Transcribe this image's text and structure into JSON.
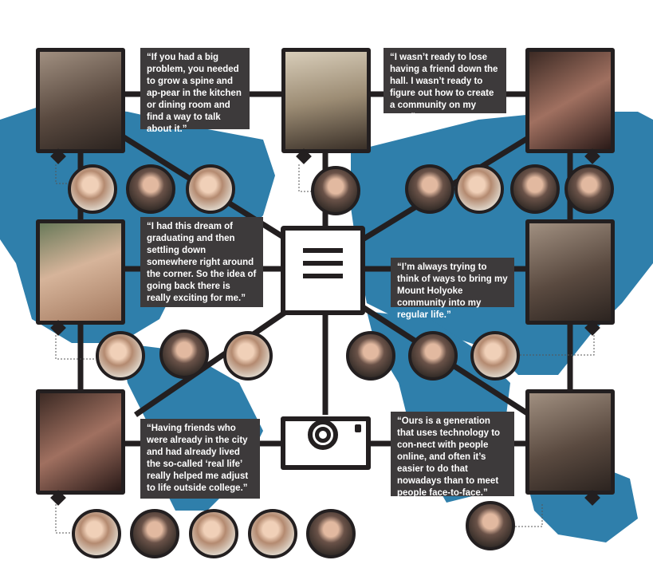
{
  "quotes": [
    "“If you had a big problem, you needed to grow a spine and ap-pear in the kitchen or dining room and find a way to talk about it.”",
    "“I wasn’t ready to lose having a friend down the hall. I wasn’t ready to figure out how to create a community on my own.”",
    "“I had this dream of graduating and then settling down somewhere right around the corner. So the idea of going back there is really exciting for me.”",
    "“I’m always trying to think of ways to bring my Mount Holyoke community into my regular life.”",
    "“Having friends who were already in the city and had already lived the so-called ‘real life’ really helped me adjust to life outside college.”",
    "“Ours is a generation that uses technology to con-nect with people online, and often it’s easier to do that nowadays than to meet people face-to-face.”"
  ],
  "icons": {
    "center": "document-icon",
    "bottom": "camera-icon"
  },
  "colors": {
    "map": "#2f7fab",
    "line": "#231f20",
    "quote_bg": "#3d3a3b"
  }
}
